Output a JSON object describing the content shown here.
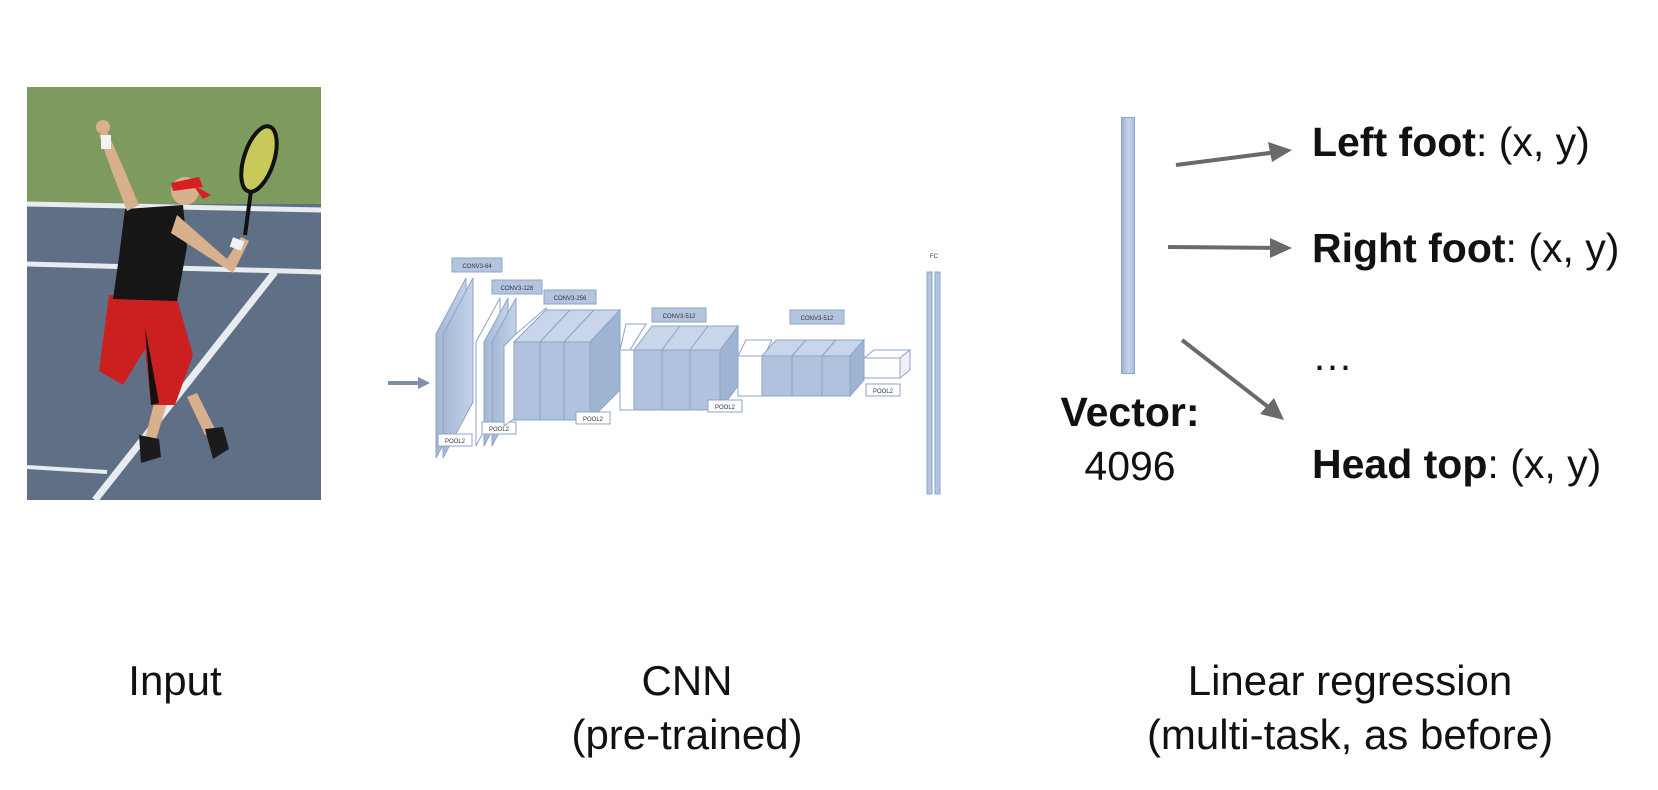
{
  "input_caption": "Input",
  "cnn_caption": {
    "line1": "CNN",
    "line2": "(pre-trained)"
  },
  "cnn_layers": {
    "conv64": "CONV3-64",
    "conv128": "CONV3-128",
    "conv256": "CONV3-256",
    "conv512a": "CONV3-512",
    "conv512b": "CONV3-512",
    "pool": "POOL2",
    "fc": "FC"
  },
  "vector": {
    "label": "Vector:",
    "size": "4096"
  },
  "outputs": [
    {
      "name": "Left foot",
      "value": ": (x, y)"
    },
    {
      "name": "Right foot",
      "value": ": (x, y)"
    },
    {
      "ellipsis": "…"
    },
    {
      "name": "Head top",
      "value": ": (x, y)"
    }
  ],
  "regression_caption": {
    "line1": "Linear regression",
    "line2": "(multi-task, as before)"
  },
  "colors": {
    "court_grass": "#7d9b5e",
    "court_surface": "#5f6f86",
    "block_fill": "#b3c4de",
    "block_edge": "#8ea4c8",
    "arrow": "#6a6a6a"
  }
}
